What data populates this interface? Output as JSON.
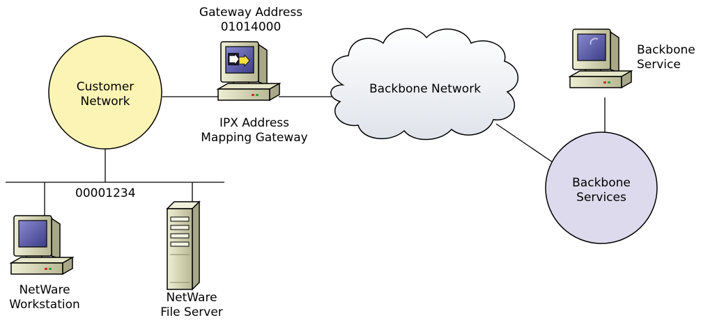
{
  "labels": {
    "customer_network": [
      "Customer",
      "Network"
    ],
    "gateway_address": [
      "Gateway Address",
      "01014000"
    ],
    "gateway_name": [
      "IPX Address",
      "Mapping Gateway"
    ],
    "backbone_network": "Backbone Network",
    "backbone_service": [
      "Backbone",
      "Service"
    ],
    "backbone_services": [
      "Backbone",
      "Services"
    ],
    "segment_address": "00001234",
    "netware_workstation": [
      "NetWare",
      "Workstation"
    ],
    "netware_file_server": [
      "NetWare",
      "File Server"
    ]
  },
  "colors": {
    "customer_circle": "#fbf4b4",
    "services_circle": "#dcdaec",
    "cloud": "#eef1f6",
    "computer_beige": "#d8d8b4",
    "screen": "#5a5aa0",
    "line": "#000000"
  },
  "icons": [
    "computer-icon",
    "gateway-icon",
    "file-server-icon",
    "cloud-shape"
  ]
}
